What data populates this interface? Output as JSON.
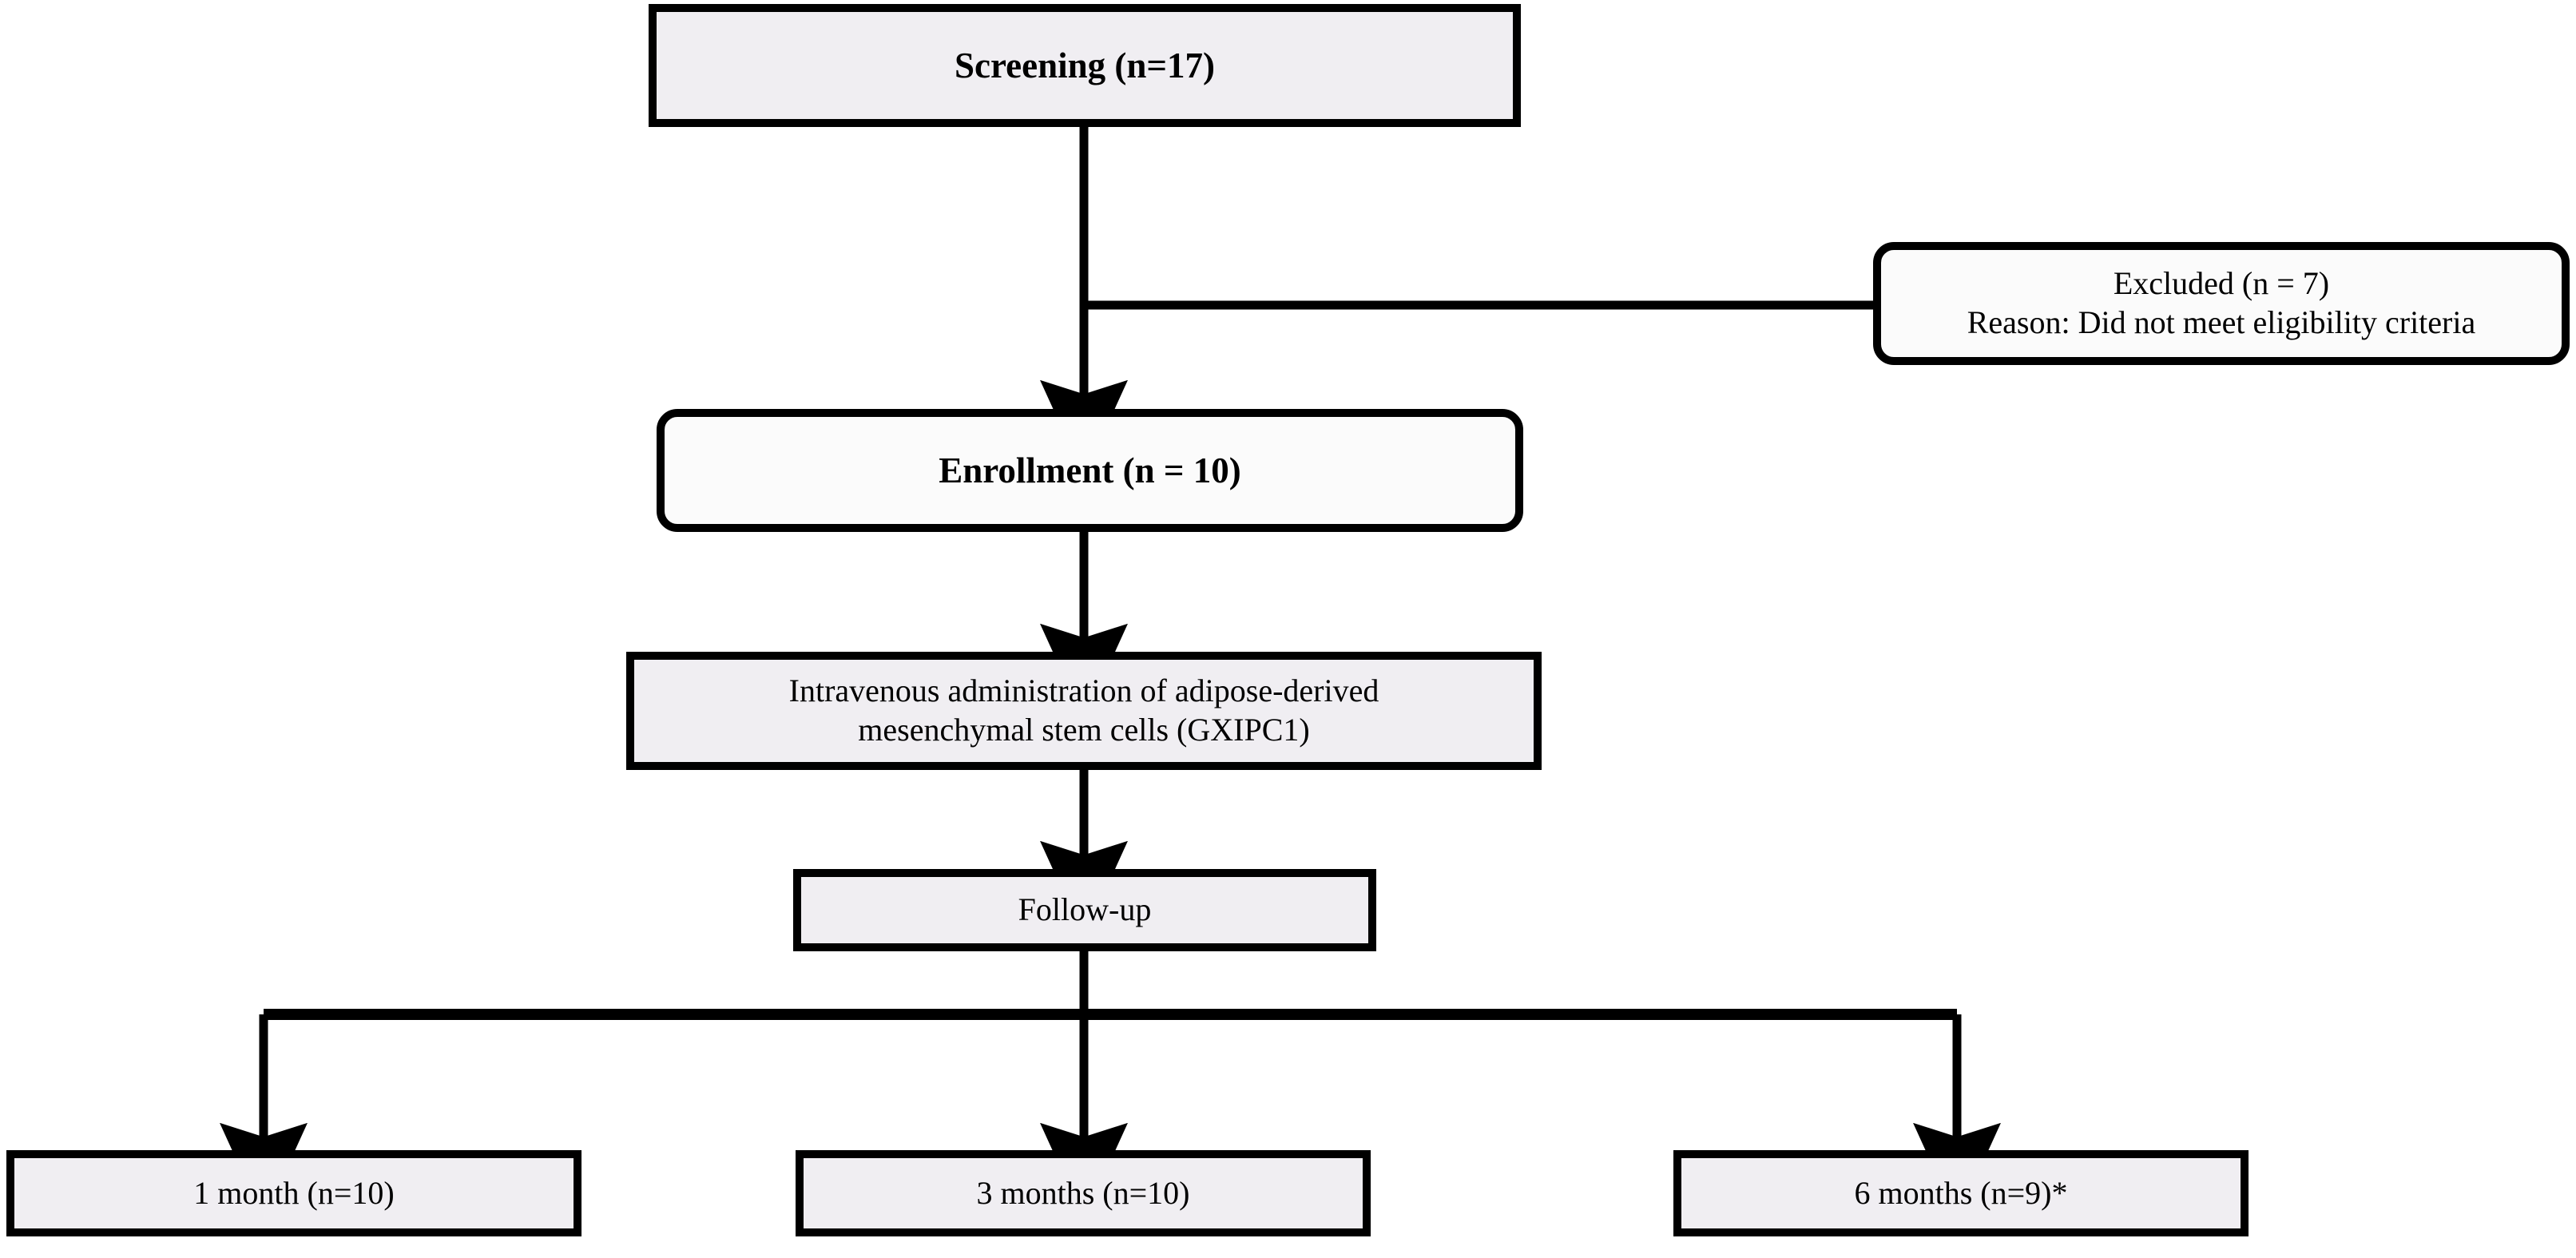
{
  "diagram": {
    "type": "consort-flow-diagram",
    "title": "Clinical trial participant flow",
    "colors": {
      "stroke": "#000000",
      "fill_rect": "#f0eef2",
      "fill_round": "#fbfbfb",
      "background": "#ffffff",
      "text": "#000000"
    },
    "nodes": [
      {
        "id": "screening",
        "label": "Screening (n=17)",
        "shape": "rectangle",
        "emphasis": "bold",
        "n": 17
      },
      {
        "id": "excluded",
        "label": "Excluded (n = 7)\nReason: Did not meet eligibility criteria",
        "line1": "Excluded (n = 7)",
        "line2": "Reason: Did not meet eligibility criteria",
        "shape": "rounded-rectangle",
        "emphasis": "normal",
        "n": 7
      },
      {
        "id": "enrollment",
        "label": "Enrollment (n = 10)",
        "shape": "rounded-rectangle",
        "emphasis": "bold",
        "n": 10
      },
      {
        "id": "administration",
        "label": "Intravenous administration of adipose-derived\nmesenchymal stem cells (GXIPC1)",
        "line1": "Intravenous administration of adipose-derived",
        "line2": "mesenchymal stem cells (GXIPC1)",
        "shape": "rectangle",
        "emphasis": "normal"
      },
      {
        "id": "followup",
        "label": "Follow-up",
        "shape": "rectangle",
        "emphasis": "normal"
      },
      {
        "id": "month1",
        "label": "1 month (n=10)",
        "shape": "rectangle",
        "emphasis": "normal",
        "n": 10
      },
      {
        "id": "month3",
        "label": "3 months (n=10)",
        "shape": "rectangle",
        "emphasis": "normal",
        "n": 10
      },
      {
        "id": "month6",
        "label": "6 months (n=9)*",
        "shape": "rectangle",
        "emphasis": "normal",
        "n": 9,
        "footnote_marker": "*"
      }
    ],
    "edges": [
      {
        "from": "screening",
        "to": "enrollment",
        "arrow": true,
        "style": "straight-down"
      },
      {
        "from": "screening",
        "to": "excluded",
        "arrow": false,
        "style": "branch-right"
      },
      {
        "from": "enrollment",
        "to": "administration",
        "arrow": true,
        "style": "straight-down"
      },
      {
        "from": "administration",
        "to": "followup",
        "arrow": true,
        "style": "straight-down"
      },
      {
        "from": "followup",
        "to": "month1",
        "arrow": true,
        "style": "split-left"
      },
      {
        "from": "followup",
        "to": "month3",
        "arrow": true,
        "style": "split-center"
      },
      {
        "from": "followup",
        "to": "month6",
        "arrow": true,
        "style": "split-right"
      }
    ]
  }
}
